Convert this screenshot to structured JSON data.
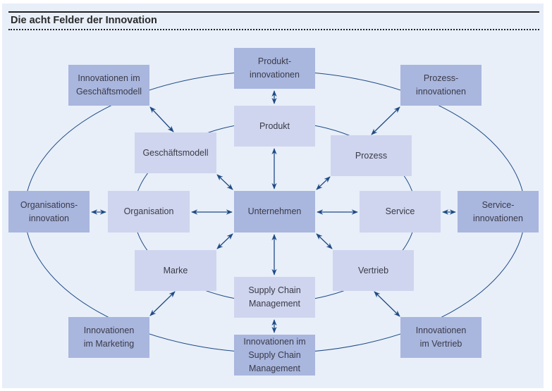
{
  "title": "Die acht Felder der Innovation",
  "colors": {
    "background": "#e8eff9",
    "outer_box": "#a9b6de",
    "inner_box": "#cfd5ee",
    "arrow": "#1f4a85"
  },
  "center": {
    "label": "Unternehmen"
  },
  "inner_fields": [
    {
      "id": "produkt",
      "label": "Produkt"
    },
    {
      "id": "geschaeftsmodell",
      "label": "Geschäftsmodell"
    },
    {
      "id": "prozess",
      "label": "Prozess"
    },
    {
      "id": "organisation",
      "label": "Organisation"
    },
    {
      "id": "service",
      "label": "Service"
    },
    {
      "id": "marke",
      "label": "Marke"
    },
    {
      "id": "vertrieb",
      "label": "Vertrieb"
    },
    {
      "id": "scm",
      "label": "Supply Chain Management"
    }
  ],
  "outer_fields": [
    {
      "id": "produkt",
      "line1": "Produkt-",
      "line2": "innovationen"
    },
    {
      "id": "geschaeftsmodell",
      "line1": "Innovationen im",
      "line2": "Geschäftsmodell"
    },
    {
      "id": "prozess",
      "line1": "Prozess-",
      "line2": "innovationen"
    },
    {
      "id": "organisation",
      "line1": "Organisations-",
      "line2": "innovation"
    },
    {
      "id": "service",
      "line1": "Service-",
      "line2": "innovationen"
    },
    {
      "id": "marketing",
      "line1": "Innovationen",
      "line2": "im Marketing"
    },
    {
      "id": "vertrieb",
      "line1": "Innovationen",
      "line2": "im Vertrieb"
    },
    {
      "id": "scm",
      "line1": "Innovationen im",
      "line2": "Supply Chain",
      "line3": "Management"
    }
  ]
}
